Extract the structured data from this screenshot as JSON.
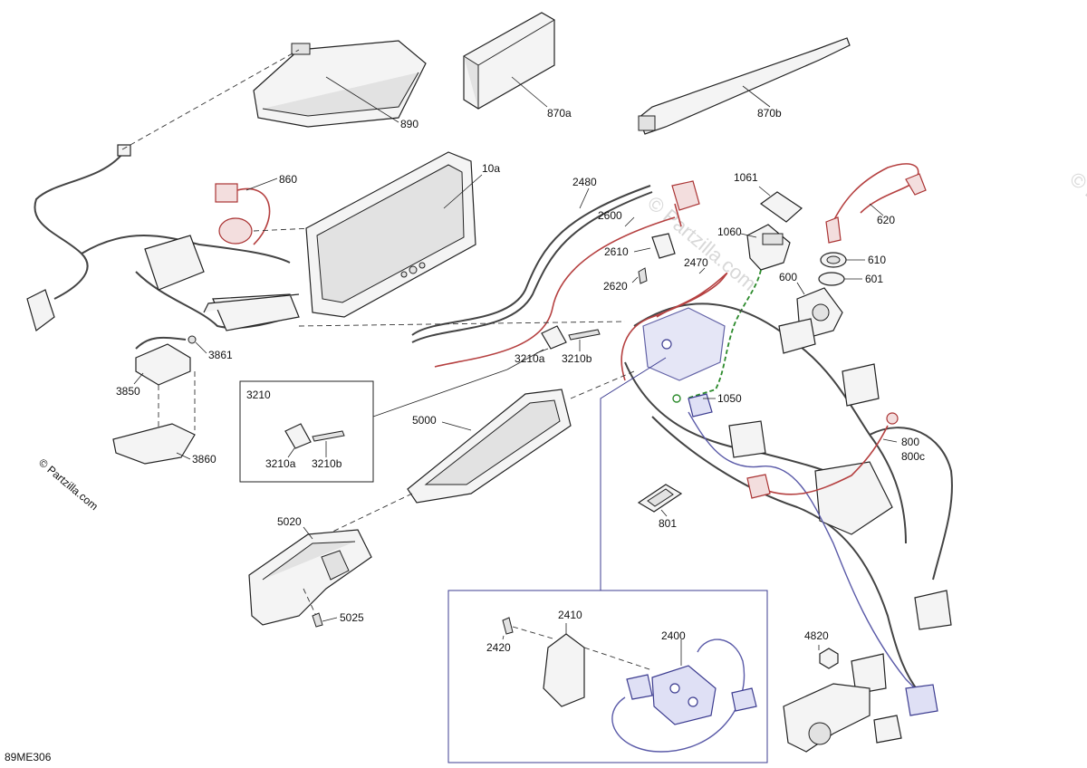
{
  "diagram": {
    "code": "89ME306",
    "copyright": "© Partzilla.com",
    "watermark": "© Partzilla.com",
    "callouts": {
      "c890": "890",
      "c870a": "870a",
      "c870b": "870b",
      "c860": "860",
      "c10a": "10a",
      "c2480": "2480",
      "c2600": "2600",
      "c2610": "2610",
      "c2620": "2620",
      "c2470": "2470",
      "c1061": "1061",
      "c1060": "1060",
      "c620": "620",
      "c610": "610",
      "c601": "601",
      "c600": "600",
      "c3861": "3861",
      "c3850": "3850",
      "c3860": "3860",
      "c3210a_top": "3210a",
      "c3210b_top": "3210b",
      "c3210_box": "3210",
      "c3210a_box": "3210a",
      "c3210b_box": "3210b",
      "c5000": "5000",
      "c1050": "1050",
      "c800": "800",
      "c800c": "800c",
      "c801": "801",
      "c5020": "5020",
      "c5025": "5025",
      "c2410": "2410",
      "c2420": "2420",
      "c2400": "2400",
      "c4820": "4820"
    }
  }
}
